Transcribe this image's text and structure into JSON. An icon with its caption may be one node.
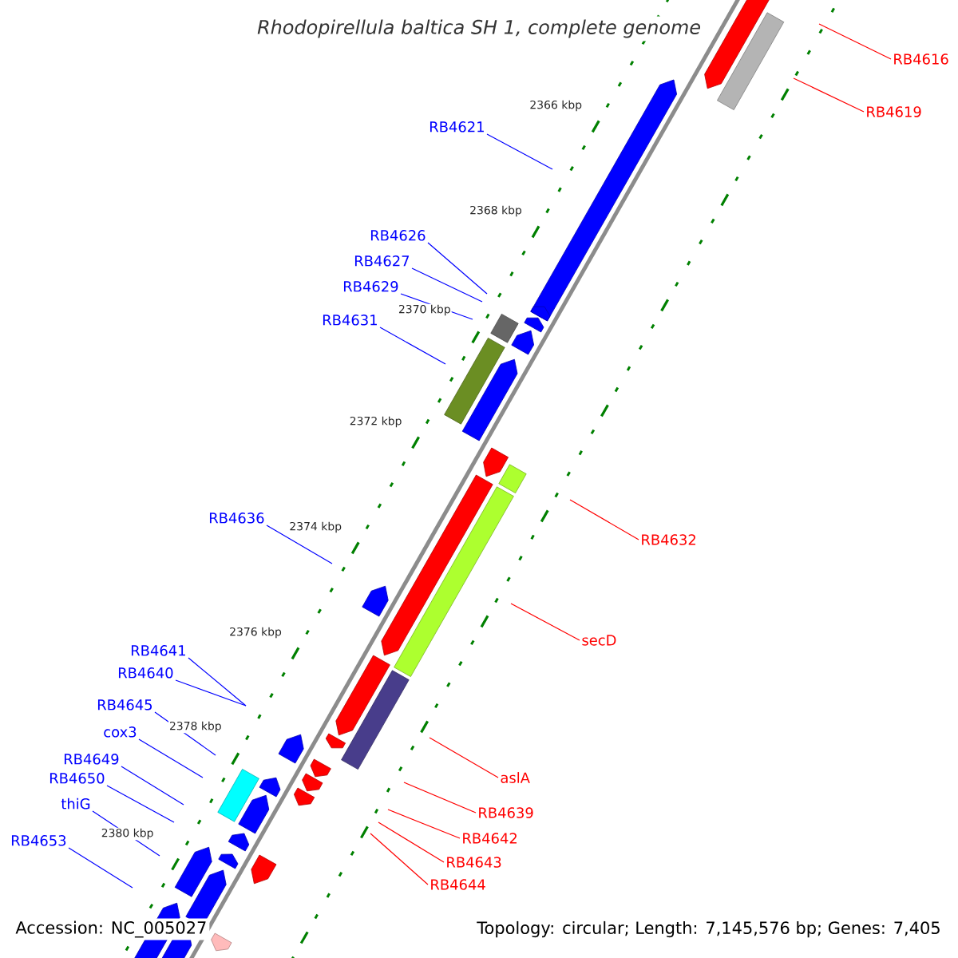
{
  "diagram": {
    "title": "Rhodopirellula baltica SH 1, complete genome",
    "nodes": [
      {
        "text": [
          "RB4616"
        ]
      },
      {
        "text": [
          "RB4619"
        ]
      },
      {
        "text": [
          "RB4621"
        ]
      },
      {
        "text": [
          "RB4626"
        ]
      },
      {
        "text": [
          "RB4627"
        ]
      },
      {
        "text": [
          "RB4629"
        ]
      },
      {
        "text": [
          "RB4631"
        ]
      },
      {
        "text": [
          "RB4636"
        ]
      },
      {
        "text": [
          "RB4632"
        ]
      },
      {
        "text": [
          "secD"
        ]
      },
      {
        "text": [
          "RB4641"
        ]
      },
      {
        "text": [
          "RB4640"
        ]
      },
      {
        "text": [
          "RB4645"
        ]
      },
      {
        "text": [
          "cox3"
        ]
      },
      {
        "text": [
          "RB4649"
        ]
      },
      {
        "text": [
          "aslA"
        ]
      },
      {
        "text": [
          "RB4650"
        ]
      },
      {
        "text": [
          "thiG"
        ]
      },
      {
        "text": [
          "RB4639"
        ]
      },
      {
        "text": [
          "RB4642"
        ]
      },
      {
        "text": [
          "RB4653"
        ]
      },
      {
        "text": [
          "RB4643"
        ]
      },
      {
        "text": [
          "RB4644"
        ]
      }
    ],
    "edges": [
      {
        "from": 0,
        "to": null,
        "arrow": "none",
        "color": "#ff0000"
      },
      {
        "from": 1,
        "to": null,
        "arrow": "none",
        "color": "#ff0000"
      },
      {
        "from": 2,
        "to": null,
        "arrow": "none"
      },
      {
        "from": 3,
        "to": null,
        "arrow": "none"
      },
      {
        "from": 4,
        "to": null,
        "arrow": "none"
      },
      {
        "from": 5,
        "to": null,
        "arrow": "none"
      },
      {
        "from": 6,
        "to": null,
        "arrow": "none"
      },
      {
        "from": 7,
        "to": null,
        "arrow": "none"
      },
      {
        "from": 8,
        "to": null,
        "arrow": "none",
        "color": "#ff0000"
      },
      {
        "from": 9,
        "to": null,
        "arrow": "none",
        "color": "#ff0000"
      },
      {
        "from": 10,
        "to": null,
        "arrow": "none"
      },
      {
        "from": 11,
        "to": null,
        "arrow": "none"
      },
      {
        "from": 12,
        "to": null,
        "arrow": "none"
      },
      {
        "from": 13,
        "to": null,
        "arrow": "none"
      },
      {
        "from": 14,
        "to": null,
        "arrow": "none"
      },
      {
        "from": 15,
        "to": null,
        "arrow": "none",
        "color": "#ff0000"
      },
      {
        "from": 16,
        "to": null,
        "arrow": "none"
      },
      {
        "from": 17,
        "to": null,
        "arrow": "none"
      },
      {
        "from": 18,
        "to": null,
        "arrow": "none",
        "color": "#ff0000"
      },
      {
        "from": 19,
        "to": null,
        "arrow": "none",
        "color": "#ff0000"
      },
      {
        "from": 20,
        "to": null,
        "arrow": "none"
      },
      {
        "from": 21,
        "to": null,
        "arrow": "none",
        "color": "#ff0000"
      },
      {
        "from": 22,
        "to": null,
        "arrow": "none",
        "color": "#ff0000"
      }
    ],
    "labels": [
      "2366 kbp",
      "2368 kbp",
      "2370 kbp",
      "2372 kbp",
      "2374 kbp",
      "2376 kbp",
      "2378 kbp",
      "2380 kbp",
      "Accession: NC_005027",
      "Topology: circular; Length: 7,145,576 bp; Genes: 7,405"
    ]
  }
}
